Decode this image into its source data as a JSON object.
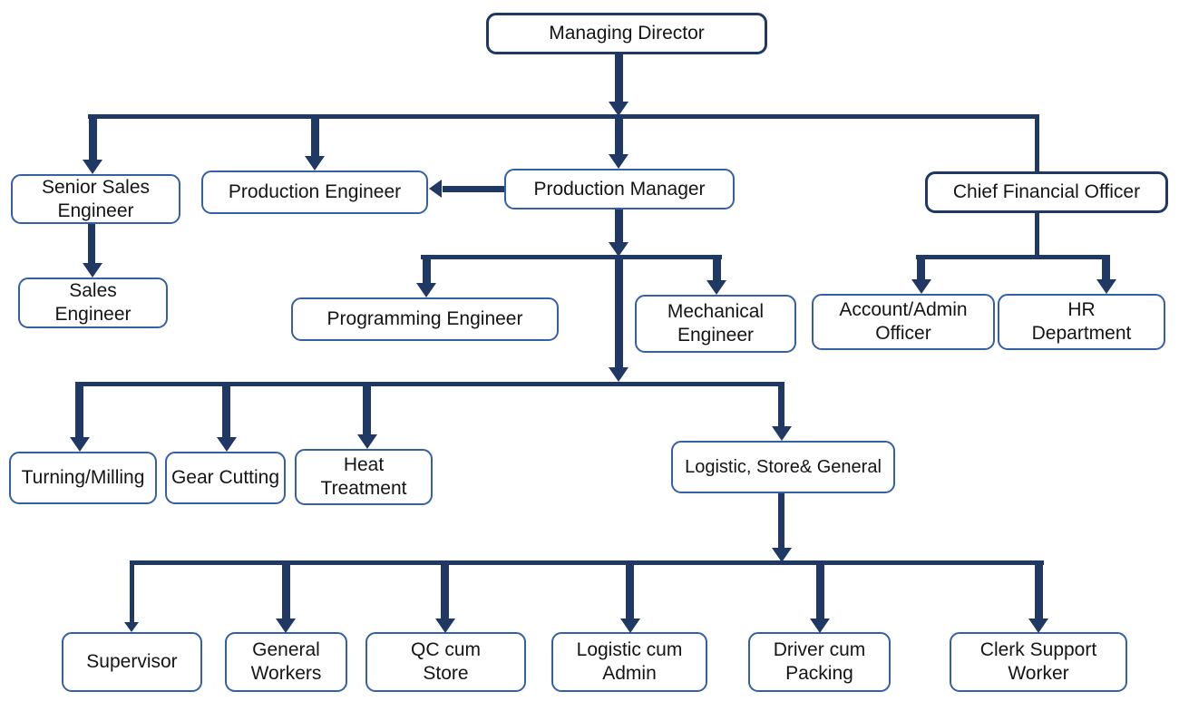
{
  "diagram": {
    "type": "org-chart",
    "background_color": "#ffffff",
    "box_border_color": "#3560a8",
    "top_level_border_color": "#1f3864",
    "arrow_color": "#1f3864",
    "text_color": "#151515",
    "nodes": {
      "managing_director": {
        "label": "Managing Director"
      },
      "senior_sales_engineer": {
        "label": "Senior Sales\nEngineer"
      },
      "production_engineer": {
        "label": "Production Engineer"
      },
      "production_manager": {
        "label": "Production Manager"
      },
      "chief_financial_officer": {
        "label": "Chief Financial Officer"
      },
      "sales_engineer": {
        "label": "Sales\nEngineer"
      },
      "programming_engineer": {
        "label": "Programming Engineer"
      },
      "mechanical_engineer": {
        "label": "Mechanical\nEngineer"
      },
      "account_admin_officer": {
        "label": "Account/Admin\nOfficer"
      },
      "hr_department": {
        "label": "HR\nDepartment"
      },
      "turning_milling": {
        "label": "Turning/Milling"
      },
      "gear_cutting": {
        "label": "Gear Cutting"
      },
      "heat_treatment": {
        "label": "Heat\nTreatment"
      },
      "logistic_store_general": {
        "label": "Logistic, Store& General"
      },
      "supervisor": {
        "label": "Supervisor"
      },
      "general_workers": {
        "label": "General\nWorkers"
      },
      "qc_cum_store": {
        "label": "QC cum\nStore"
      },
      "logistic_cum_admin": {
        "label": "Logistic cum\nAdmin"
      },
      "driver_cum_packing": {
        "label": "Driver cum\nPacking"
      },
      "clerk_support_worker": {
        "label": "Clerk Support\nWorker"
      }
    },
    "edges": [
      [
        "managing_director",
        "senior_sales_engineer"
      ],
      [
        "managing_director",
        "production_engineer"
      ],
      [
        "managing_director",
        "production_manager"
      ],
      [
        "managing_director",
        "chief_financial_officer"
      ],
      [
        "production_manager",
        "production_engineer"
      ],
      [
        "senior_sales_engineer",
        "sales_engineer"
      ],
      [
        "production_manager",
        "programming_engineer"
      ],
      [
        "production_manager",
        "mechanical_engineer"
      ],
      [
        "production_manager",
        "turning_milling"
      ],
      [
        "production_manager",
        "gear_cutting"
      ],
      [
        "production_manager",
        "heat_treatment"
      ],
      [
        "production_manager",
        "logistic_store_general"
      ],
      [
        "chief_financial_officer",
        "account_admin_officer"
      ],
      [
        "chief_financial_officer",
        "hr_department"
      ],
      [
        "logistic_store_general",
        "supervisor"
      ],
      [
        "logistic_store_general",
        "general_workers"
      ],
      [
        "logistic_store_general",
        "qc_cum_store"
      ],
      [
        "logistic_store_general",
        "logistic_cum_admin"
      ],
      [
        "logistic_store_general",
        "driver_cum_packing"
      ],
      [
        "logistic_store_general",
        "clerk_support_worker"
      ]
    ]
  }
}
